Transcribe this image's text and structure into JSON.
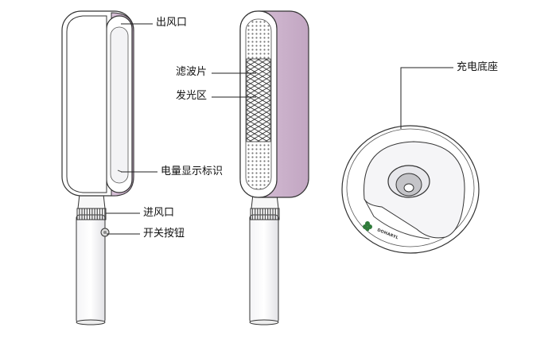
{
  "labels": {
    "air_outlet": "出风口",
    "filter": "滤波片",
    "light_zone": "发光区",
    "battery_indicator": "电量显示标识",
    "air_inlet": "进风口",
    "power_button": "开关按钮",
    "charging_base": "充电底座"
  },
  "base": {
    "brand_text": "DOHARYL"
  },
  "colors": {
    "outline": "#333333",
    "panel": "#ffffff",
    "panel_shadow": "#e6e6ea",
    "accent_purple": "#c8aec8",
    "purple_light": "#e4d2e4",
    "grille": "#555555",
    "leaf_green": "#2f7a3a"
  }
}
